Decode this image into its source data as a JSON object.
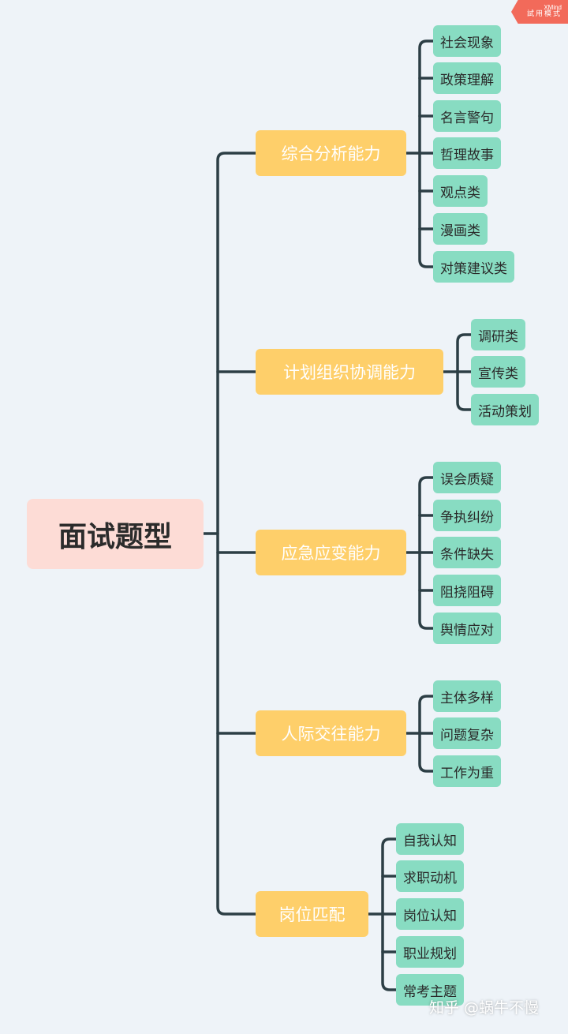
{
  "badge": {
    "brand": "XMind",
    "mode": "試用模式"
  },
  "root": {
    "label": "面试题型"
  },
  "branches": [
    {
      "label": "综合分析能力",
      "children": [
        "社会现象",
        "政策理解",
        "名言警句",
        "哲理故事",
        "观点类",
        "漫画类",
        "对策建议类"
      ]
    },
    {
      "label": "计划组织协调能力",
      "children": [
        "调研类",
        "宣传类",
        "活动策划"
      ]
    },
    {
      "label": "应急应变能力",
      "children": [
        "误会质疑",
        "争执纠纷",
        "条件缺失",
        "阻挠阻碍",
        "舆情应对"
      ]
    },
    {
      "label": "人际交往能力",
      "children": [
        "主体多样",
        "问题复杂",
        "工作为重"
      ]
    },
    {
      "label": "岗位匹配",
      "children": [
        "自我认知",
        "求职动机",
        "岗位认知",
        "职业规划",
        "常考主题"
      ]
    }
  ],
  "watermark": "知乎 @蜗牛不慢",
  "colors": {
    "background": "#eef3f8",
    "root": "#fddcd6",
    "branch": "#fecf6a",
    "leaf": "#88dcc2",
    "connector": "#2c3e45",
    "badge": "#f26a5a"
  }
}
